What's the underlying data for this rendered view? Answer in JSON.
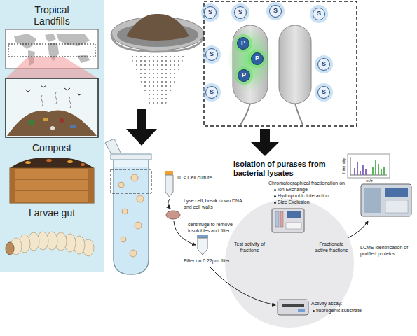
{
  "diagram": {
    "title": "Isolation of purases from bacterial lysates",
    "nodes": [
      {
        "text": [
          "Tropical Landfills",
          "Compost",
          "Larvae gut"
        ]
      },
      {
        "text": [
          "S"
        ]
      },
      {
        "text": [
          "S"
        ]
      },
      {
        "text": [
          "S"
        ]
      },
      {
        "text": [
          "S"
        ]
      },
      {
        "text": [
          "S"
        ]
      },
      {
        "text": [
          "S"
        ]
      },
      {
        "text": [
          "S"
        ]
      },
      {
        "text": [
          "S"
        ]
      },
      {
        "text": [
          "P"
        ]
      },
      {
        "text": [
          "P"
        ]
      },
      {
        "text": [
          "P"
        ]
      },
      {
        "text": [
          "Test activity of fractions",
          "Fractionate active fractions"
        ]
      }
    ],
    "labels": [
      "1L < Cell culture",
      "Lyse cell, break down DNA and cell walls",
      "centrifuge to remove insolubles and filter",
      "Filter on 0.22µm filter",
      "Chromatographical fractionation on",
      "Ion Exchange",
      "Hydrophobic interaction",
      "Size Exclusion",
      "LCMS identification of purified proteins",
      "Activity assay:",
      "fluorogenic substrate",
      "Intensity",
      "m/z"
    ]
  }
}
